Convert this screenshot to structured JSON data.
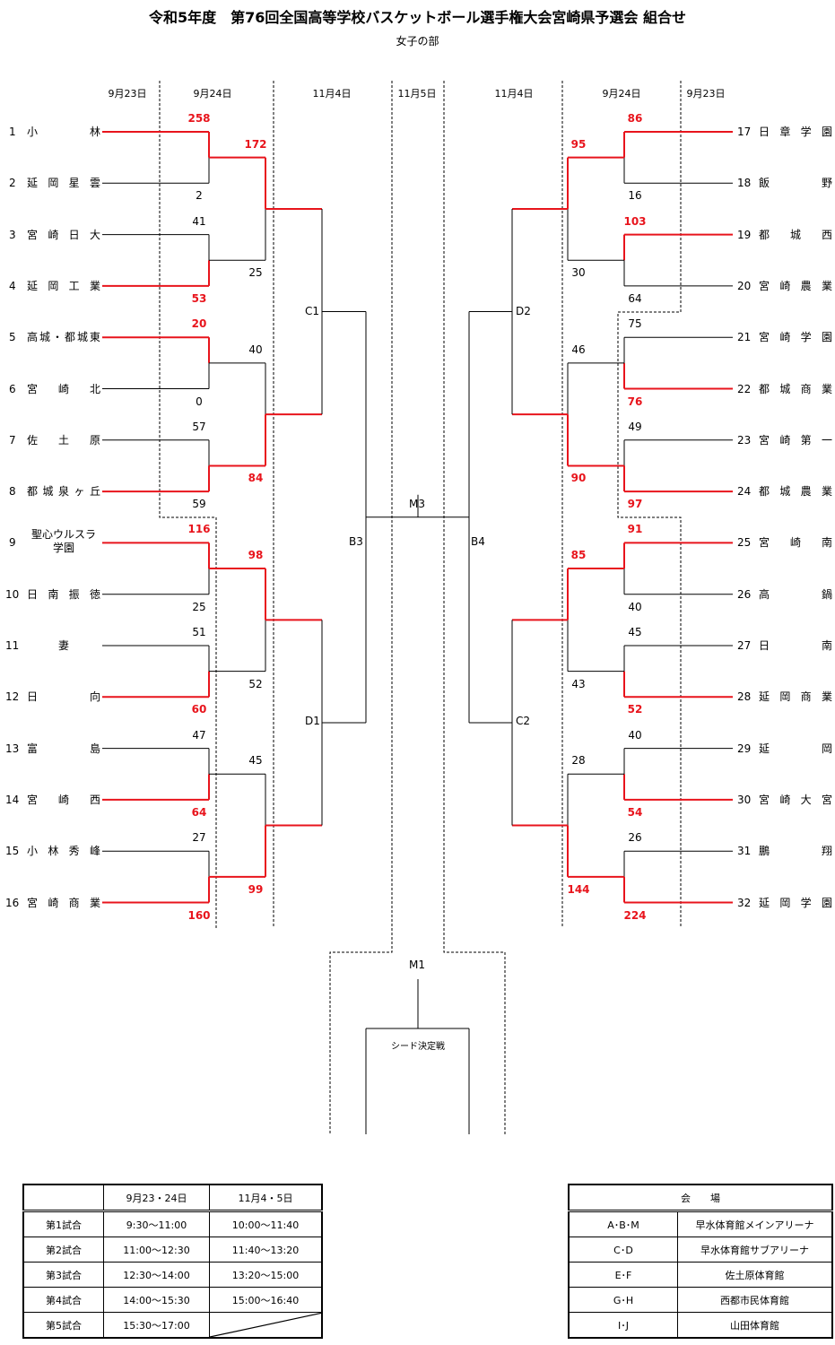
{
  "header": {
    "title": "令和5年度　第76回全国高等学校バスケットボール選手権大会宮崎県予選会 組合せ",
    "subtitle": "女子の部"
  },
  "dates": {
    "left_r1": "9月23日",
    "left_r2": "9月24日",
    "left_r3": "11月4日",
    "center": "11月5日",
    "right_r3": "11月4日",
    "right_r2": "9月24日",
    "right_r1": "9月23日"
  },
  "colors": {
    "winner_line": "#e8141c",
    "loser_line": "#000000"
  },
  "left_teams": [
    {
      "num": "1",
      "name": [
        "小",
        "林"
      ]
    },
    {
      "num": "2",
      "name": [
        "延",
        "岡",
        "星",
        "雲"
      ]
    },
    {
      "num": "3",
      "name": [
        "宮",
        "崎",
        "日",
        "大"
      ]
    },
    {
      "num": "4",
      "name": [
        "延",
        "岡",
        "工",
        "業"
      ]
    },
    {
      "num": "5",
      "name": [
        "高",
        "城",
        "・",
        "都",
        "城",
        "東"
      ]
    },
    {
      "num": "6",
      "name": [
        "宮",
        "崎",
        "北"
      ]
    },
    {
      "num": "7",
      "name": [
        "佐",
        "土",
        "原"
      ]
    },
    {
      "num": "8",
      "name": [
        "都",
        "城",
        "泉",
        "ヶ",
        "丘"
      ]
    },
    {
      "num": "9",
      "name": [
        "聖心ウルスラ学園"
      ],
      "wrap": true
    },
    {
      "num": "10",
      "name": [
        "日",
        "南",
        "振",
        "徳"
      ]
    },
    {
      "num": "11",
      "name": [
        "妻"
      ],
      "center": true
    },
    {
      "num": "12",
      "name": [
        "日",
        "向"
      ]
    },
    {
      "num": "13",
      "name": [
        "富",
        "島"
      ]
    },
    {
      "num": "14",
      "name": [
        "宮",
        "崎",
        "西"
      ]
    },
    {
      "num": "15",
      "name": [
        "小",
        "林",
        "秀",
        "峰"
      ]
    },
    {
      "num": "16",
      "name": [
        "宮",
        "崎",
        "商",
        "業"
      ]
    }
  ],
  "right_teams": [
    {
      "num": "17",
      "name": [
        "日",
        "章",
        "学",
        "園"
      ]
    },
    {
      "num": "18",
      "name": [
        "飯",
        "野"
      ]
    },
    {
      "num": "19",
      "name": [
        "都",
        "城",
        "西"
      ]
    },
    {
      "num": "20",
      "name": [
        "宮",
        "崎",
        "農",
        "業"
      ]
    },
    {
      "num": "21",
      "name": [
        "宮",
        "崎",
        "学",
        "園"
      ]
    },
    {
      "num": "22",
      "name": [
        "都",
        "城",
        "商",
        "業"
      ]
    },
    {
      "num": "23",
      "name": [
        "宮",
        "崎",
        "第",
        "一"
      ]
    },
    {
      "num": "24",
      "name": [
        "都",
        "城",
        "農",
        "業"
      ]
    },
    {
      "num": "25",
      "name": [
        "宮",
        "崎",
        "南"
      ]
    },
    {
      "num": "26",
      "name": [
        "高",
        "鍋"
      ]
    },
    {
      "num": "27",
      "name": [
        "日",
        "南"
      ]
    },
    {
      "num": "28",
      "name": [
        "延",
        "岡",
        "商",
        "業"
      ]
    },
    {
      "num": "29",
      "name": [
        "延",
        "岡"
      ]
    },
    {
      "num": "30",
      "name": [
        "宮",
        "崎",
        "大",
        "宮"
      ]
    },
    {
      "num": "31",
      "name": [
        "鵬",
        "翔"
      ]
    },
    {
      "num": "32",
      "name": [
        "延",
        "岡",
        "学",
        "園"
      ]
    }
  ],
  "left_round1": [
    {
      "top_score": "258",
      "bottom_score": "2",
      "winner": "top"
    },
    {
      "top_score": "41",
      "bottom_score": "53",
      "winner": "bottom"
    },
    {
      "top_score": "20",
      "bottom_score": "0",
      "winner": "top"
    },
    {
      "top_score": "57",
      "bottom_score": "84",
      "winner": "bottom",
      "score_col": "r2"
    },
    {
      "top_score": "116",
      "bottom_score": "25",
      "winner": "top"
    },
    {
      "top_score": "51",
      "bottom_score": "60",
      "winner": "bottom"
    },
    {
      "top_score": "47",
      "bottom_score": "64",
      "winner": "bottom"
    },
    {
      "top_score": "27",
      "bottom_score": "160",
      "winner": "bottom"
    }
  ],
  "left_round2": [
    {
      "top_score": "172",
      "bottom_score": "25",
      "winner": "top"
    },
    {
      "top_score": "40",
      "bottom_score": "84",
      "winner": "bottom"
    },
    {
      "top_score": "98",
      "bottom_score": "52",
      "winner": "top"
    },
    {
      "top_score": "45",
      "bottom_score": "99",
      "winner": "bottom"
    }
  ],
  "left_r1_bottom_score_8": "59",
  "right_round1": [
    {
      "top_score": "86",
      "bottom_score": "16",
      "winner": "top"
    },
    {
      "top_score": "103",
      "bottom_score": "64",
      "winner": "top"
    },
    {
      "top_score": "75",
      "bottom_score": "76",
      "winner": "bottom"
    },
    {
      "top_score": "49",
      "bottom_score": "97",
      "winner": "bottom"
    },
    {
      "top_score": "91",
      "bottom_score": "40",
      "winner": "top"
    },
    {
      "top_score": "45",
      "bottom_score": "52",
      "winner": "bottom"
    },
    {
      "top_score": "40",
      "bottom_score": "54",
      "winner": "bottom"
    },
    {
      "top_score": "26",
      "bottom_score": "224",
      "winner": "bottom"
    }
  ],
  "right_round2": [
    {
      "top_score": "95",
      "bottom_score": "30",
      "winner": "top"
    },
    {
      "top_score": "46",
      "bottom_score": "90",
      "winner": "bottom"
    },
    {
      "top_score": "85",
      "bottom_score": "43",
      "winner": "top"
    },
    {
      "top_score": "28",
      "bottom_score": "144",
      "winner": "bottom"
    }
  ],
  "match_labels": {
    "c1": "C1",
    "d1": "D1",
    "d2": "D2",
    "c2": "C2",
    "b3": "B3",
    "b4": "B4",
    "m3": "M3",
    "m1": "M1",
    "seed_match": "シード決定戦"
  },
  "schedule": {
    "header": [
      "",
      "9月23・24日",
      "11月4・5日"
    ],
    "rows": [
      [
        "第1試合",
        "9:30〜11:00",
        "10:00〜11:40"
      ],
      [
        "第2試合",
        "11:00〜12:30",
        "11:40〜13:20"
      ],
      [
        "第3試合",
        "12:30〜14:00",
        "13:20〜15:00"
      ],
      [
        "第4試合",
        "14:00〜15:30",
        "15:00〜16:40"
      ],
      [
        "第5試合",
        "15:30〜17:00",
        ""
      ]
    ]
  },
  "venues": {
    "header": "会　　場",
    "rows": [
      [
        "A･B･M",
        "早水体育館メインアリーナ"
      ],
      [
        "C･D",
        "早水体育館サブアリーナ"
      ],
      [
        "E･F",
        "佐土原体育館"
      ],
      [
        "G･H",
        "西都市民体育館"
      ],
      [
        "I･J",
        "山田体育館"
      ]
    ]
  }
}
